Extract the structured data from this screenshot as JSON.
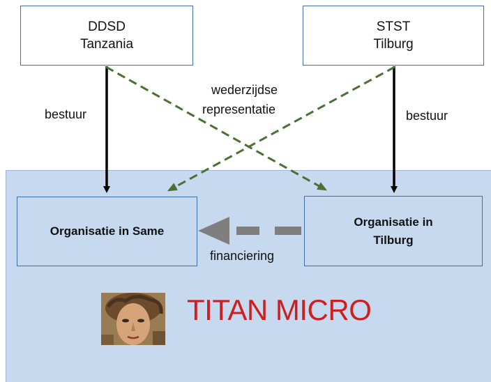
{
  "colors": {
    "panel": "#c6d9ee",
    "box_border": "#3f6fa8",
    "dashed_arrow": "#4b6f35",
    "solid_arrow": "#000000",
    "funding_arrow": "#7f7f7f",
    "brand": "#cc1f1f"
  },
  "top_boxes": {
    "ddsd": {
      "line1": "DDSD",
      "line2": "Tanzania"
    },
    "stst": {
      "line1": "STST",
      "line2": "Tilburg"
    }
  },
  "bottom_boxes": {
    "same": {
      "line1": "Organisatie in Same"
    },
    "tilburg": {
      "line1": "Organisatie in",
      "line2": "Tilburg"
    }
  },
  "labels": {
    "bestuur_left": "bestuur",
    "bestuur_right": "bestuur",
    "wederzijdse_line1": "wederzijdse",
    "wederzijdse_line2": "representatie",
    "financiering": "financiering"
  },
  "brand": {
    "text": "TITAN MICRO",
    "logo_icon": "face-portrait-icon"
  }
}
